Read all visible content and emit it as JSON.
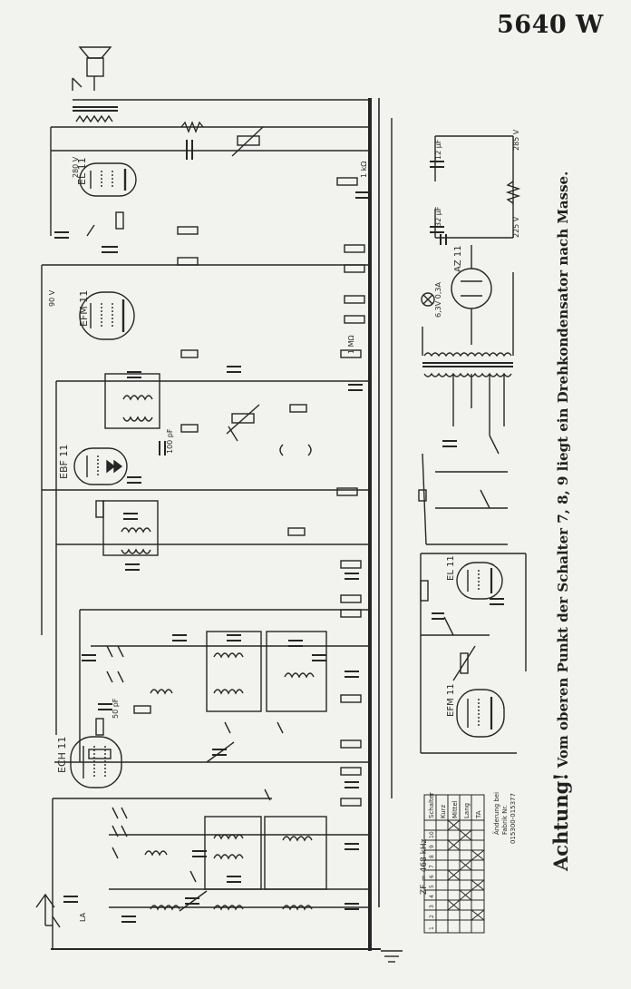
{
  "title": "5640 W",
  "note": {
    "lead": "Achtung!",
    "rest": "Vom oberen Punkt der Schalter 7, 8, 9 liegt ein Drehkondensator nach Masse."
  },
  "tubes": [
    "EL 11",
    "EFM 11",
    "EBF 11",
    "ECH 11",
    "AZ 11",
    "EL 11",
    "EFM 11"
  ],
  "labels": {
    "if_freq": "ZF = 468 kHz",
    "lamp": "6,3V 0,3A",
    "cap_12": "12 µF",
    "cap_32": "32 µF",
    "volt_285": "285 V",
    "volt_225": "225 V",
    "volt_280": "280 V",
    "volt_90": "90 V",
    "res_1k": "1 kΩ",
    "cap_50": "50 pF",
    "cap_100": "100 pF",
    "res_1m": "1 MΩ",
    "mic_la": "LA",
    "switch_table_title": "Schalter",
    "switch_rows": [
      "Kurz",
      "Mittel",
      "Lang",
      "TA"
    ],
    "switch_cols": [
      "1",
      "2",
      "3",
      "4",
      "5",
      "6",
      "7",
      "8",
      "9",
      "10"
    ],
    "revision": [
      "Änderung bei",
      "Fabrik Nr.",
      "015300-015377"
    ]
  },
  "colors": {
    "ink": "#262626",
    "paper": "#f2f2ee"
  }
}
